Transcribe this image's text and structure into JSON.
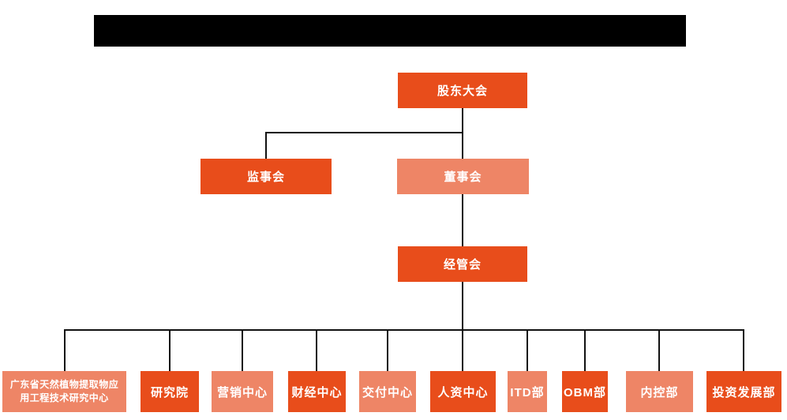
{
  "colors": {
    "primary": "#E84D1B",
    "secondary": "#EE8566",
    "connector": "#111111",
    "redaction": "#000000",
    "text": "#FFFFFF"
  },
  "org_chart": {
    "type": "org-tree",
    "redacted_title": "",
    "root": {
      "label": "股东大会"
    },
    "level2": [
      {
        "label": "监事会"
      },
      {
        "label": "董事会"
      }
    ],
    "level3": {
      "label": "经管会"
    },
    "departments": [
      {
        "label": "广东省天然植物提取物应\n用工程技术研究中心"
      },
      {
        "label": "研究院"
      },
      {
        "label": "营销中心"
      },
      {
        "label": "财经中心"
      },
      {
        "label": "交付中心"
      },
      {
        "label": "人资中心"
      },
      {
        "label": "ITD部"
      },
      {
        "label": "OBM部"
      },
      {
        "label": "内控部"
      },
      {
        "label": "投资发展部"
      }
    ]
  }
}
